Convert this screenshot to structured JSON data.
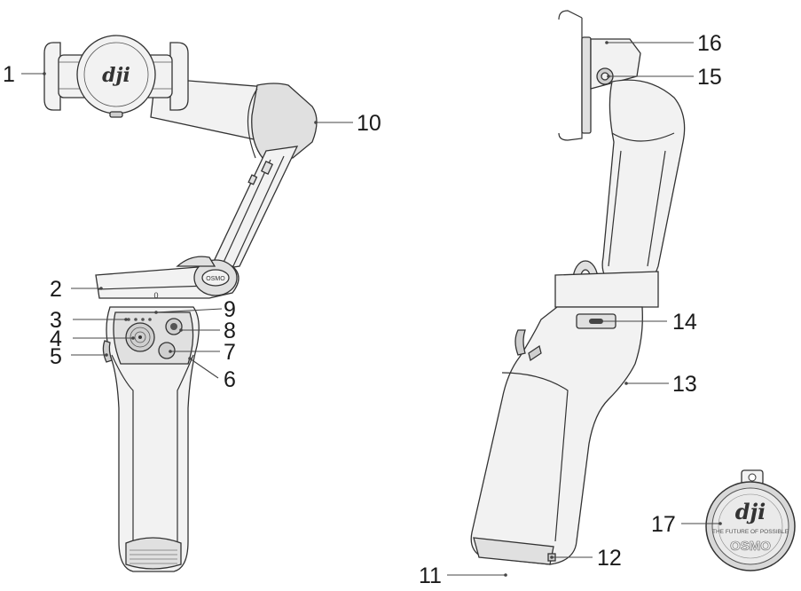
{
  "callouts": [
    {
      "id": "1",
      "label": "1"
    },
    {
      "id": "2",
      "label": "2"
    },
    {
      "id": "3",
      "label": "3"
    },
    {
      "id": "4",
      "label": "4"
    },
    {
      "id": "5",
      "label": "5"
    },
    {
      "id": "6",
      "label": "6"
    },
    {
      "id": "7",
      "label": "7"
    },
    {
      "id": "8",
      "label": "8"
    },
    {
      "id": "9",
      "label": "9"
    },
    {
      "id": "10",
      "label": "10"
    },
    {
      "id": "11",
      "label": "11"
    },
    {
      "id": "12",
      "label": "12"
    },
    {
      "id": "13",
      "label": "13"
    },
    {
      "id": "14",
      "label": "14"
    },
    {
      "id": "15",
      "label": "15"
    },
    {
      "id": "16",
      "label": "16"
    },
    {
      "id": "17",
      "label": "17"
    }
  ],
  "device_markings": {
    "brand_logo": "dji",
    "arm_badge": "OSMO",
    "magnet_tagline": "THE FUTURE OF POSSIBLE",
    "magnet_name": "OSMO"
  },
  "icons": [
    "clamp-icon",
    "usb-c-port-icon",
    "zoom-wheel-icon",
    "joystick-icon"
  ]
}
